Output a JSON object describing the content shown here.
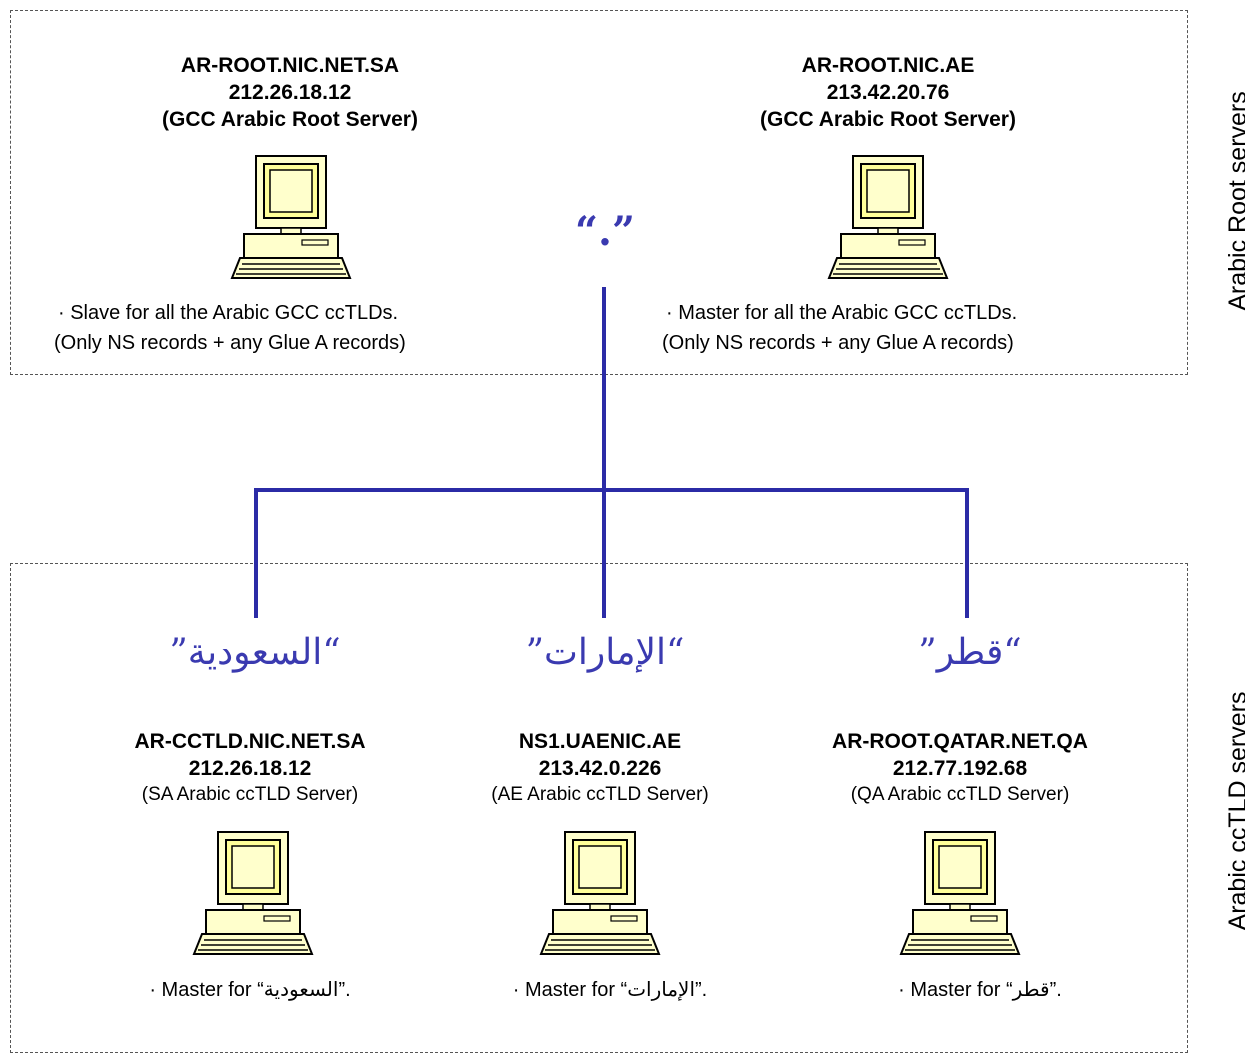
{
  "root_box": {
    "side_label": "Arabic Root servers",
    "root_symbol": "“.”",
    "servers": [
      {
        "name": "AR-ROOT.NIC.NET.SA",
        "ip": "212.26.18.12",
        "role": "(GCC Arabic Root Server)",
        "note_line1": "· Slave for all the Arabic GCC ccTLDs.",
        "note_line2": "(Only NS records + any Glue A records)"
      },
      {
        "name": "AR-ROOT.NIC.AE",
        "ip": "213.42.20.76",
        "role": "(GCC Arabic Root Server)",
        "note_line1": "· Master for all the Arabic GCC ccTLDs.",
        "note_line2": "(Only NS records + any Glue A records)"
      }
    ]
  },
  "cctld_box": {
    "side_label": "Arabic ccTLD servers",
    "zones": [
      {
        "zone_label": "”السعودية“",
        "name": "AR-CCTLD.NIC.NET.SA",
        "ip": "212.26.18.12",
        "role": "(SA Arabic ccTLD Server)",
        "note": "· Master for “السعودية”."
      },
      {
        "zone_label": "”الإمارات“",
        "name": "NS1.UAENIC.AE",
        "ip": "213.42.0.226",
        "role": "(AE Arabic ccTLD Server)",
        "note": "· Master for “الإمارات”."
      },
      {
        "zone_label": "”قطر“",
        "name": "AR-ROOT.QATAR.NET.QA",
        "ip": "212.77.192.68",
        "role": "(QA Arabic ccTLD Server)",
        "note": "· Master for “قطر”."
      }
    ]
  },
  "colors": {
    "connector": "#2b2ba6",
    "zone_text": "#3a3ab0",
    "computer_screen": "#ffff99",
    "computer_body": "#ffffcc"
  },
  "icons": [
    "computer-icon"
  ]
}
